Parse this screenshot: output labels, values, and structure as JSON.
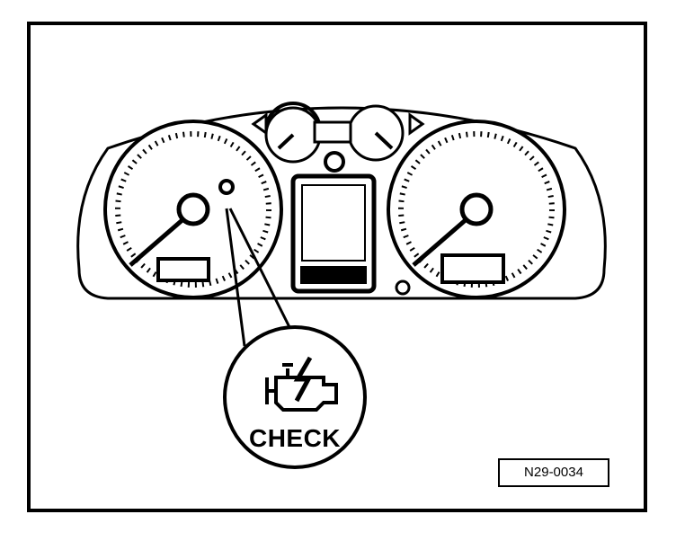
{
  "callout": {
    "label": "CHECK",
    "icon": "engine-check-icon"
  },
  "figure": {
    "reference_code": "N29-0034"
  },
  "instrument_cluster": {
    "subject": "check-engine-warning-lamp",
    "colors": {
      "ink": "#000000",
      "paper": "#ffffff"
    }
  }
}
